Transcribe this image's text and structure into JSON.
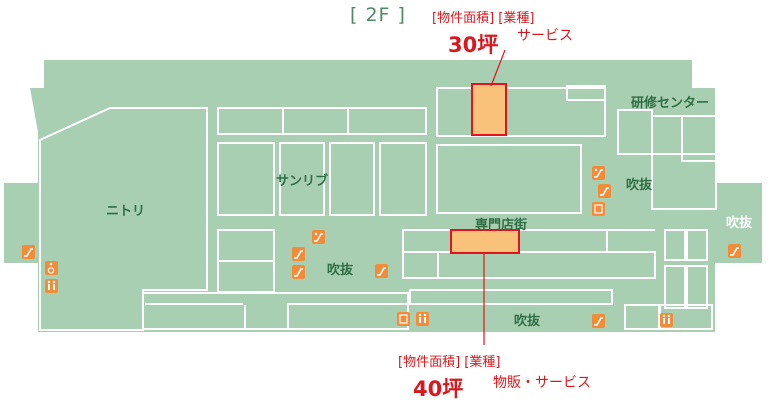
{
  "floor": {
    "label": "[ 2F ]"
  },
  "callout_top": {
    "header": "[物件面積] [業種]",
    "size": "30坪",
    "category": "サービス"
  },
  "callout_bottom": {
    "header": "[物件面積] [業種]",
    "size": "40坪",
    "category": "物販・サービス"
  },
  "areas": {
    "nitori": "ニトリ",
    "sunlive": "サンリブ",
    "specialty": "専門店街",
    "training": "研修センター",
    "atrium_1": "吹抜",
    "atrium_2": "吹抜",
    "atrium_3": "吹抜",
    "atrium_4": "吹抜"
  },
  "icons": [
    "escalator-icon",
    "wheelchair-icon",
    "restroom-icon",
    "accessible-escalator-icon",
    "escalator-icon",
    "elevator-icon",
    "escalator-icon",
    "accessible-escalator-icon",
    "escalator-icon",
    "elevator-icon",
    "escalator-icon",
    "elevator-icon",
    "restroom-icon",
    "escalator-icon",
    "restroom-icon"
  ],
  "colors": {
    "map_fill": "#a9cfb3",
    "wall": "#ffffff",
    "highlight_fill": "#f9c27a",
    "highlight_border": "#e3131b",
    "text_green": "#2f6e45",
    "text_red": "#d7191f",
    "icon_orange": "#f08c3a"
  }
}
